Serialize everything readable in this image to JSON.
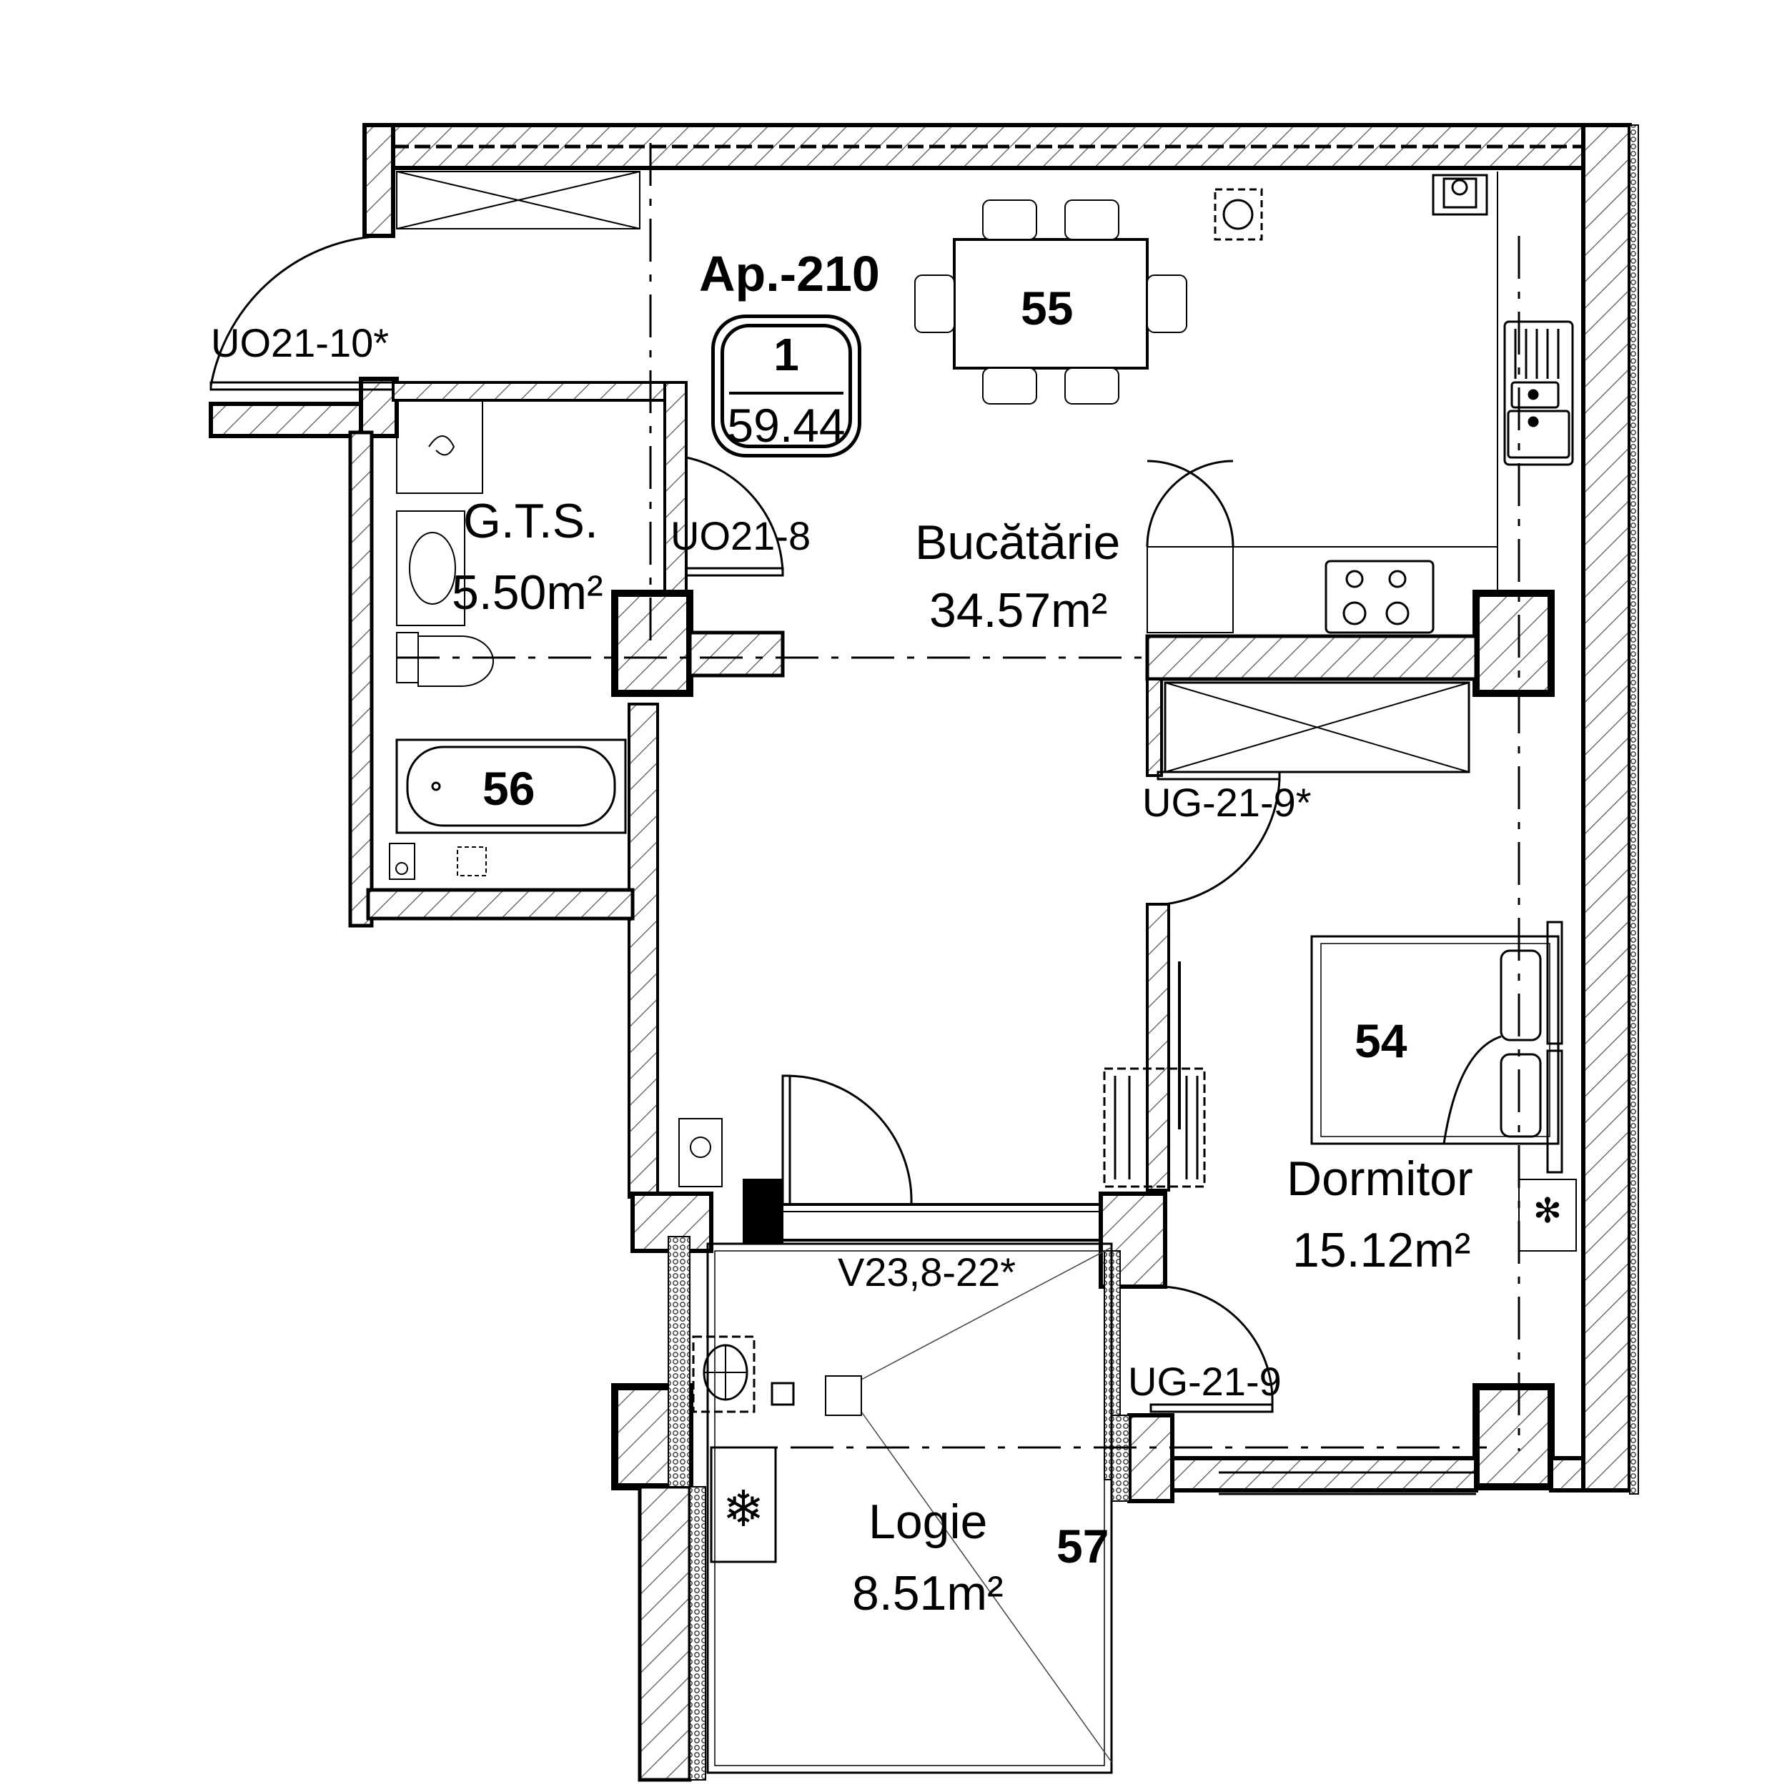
{
  "apartment": {
    "title": "Ap.-210",
    "rooms_count": "1",
    "total_area": "59.44"
  },
  "rooms": {
    "kitchen": {
      "name": "Bucătărie",
      "area": "34.57m²",
      "number": "55"
    },
    "bathroom": {
      "name": "G.T.S.",
      "area": "5.50m²",
      "number": "56"
    },
    "bedroom": {
      "name": "Dormitor",
      "area": "15.12m²",
      "number": "54"
    },
    "loggia": {
      "name": "Logie",
      "area": "8.51m²",
      "number": "57"
    }
  },
  "doors": {
    "entrance": "UO21-10*",
    "bathroom": "UO21-8",
    "bedroom": "UG-21-9*",
    "loggia_door": "UG-21-9",
    "window": "V23,8-22*"
  },
  "colors": {
    "line": "#000000",
    "hatch": "#555555",
    "background": "#ffffff"
  },
  "icons": [
    "wc-icon",
    "sink-icon",
    "bathtub-icon",
    "washing-machine-icon",
    "stove-icon",
    "kitchen-sink-icon",
    "dining-table-icon",
    "bed-icon",
    "plant-icon",
    "ac-unit-icon",
    "boiler-icon",
    "ventilation-shaft-icon"
  ]
}
